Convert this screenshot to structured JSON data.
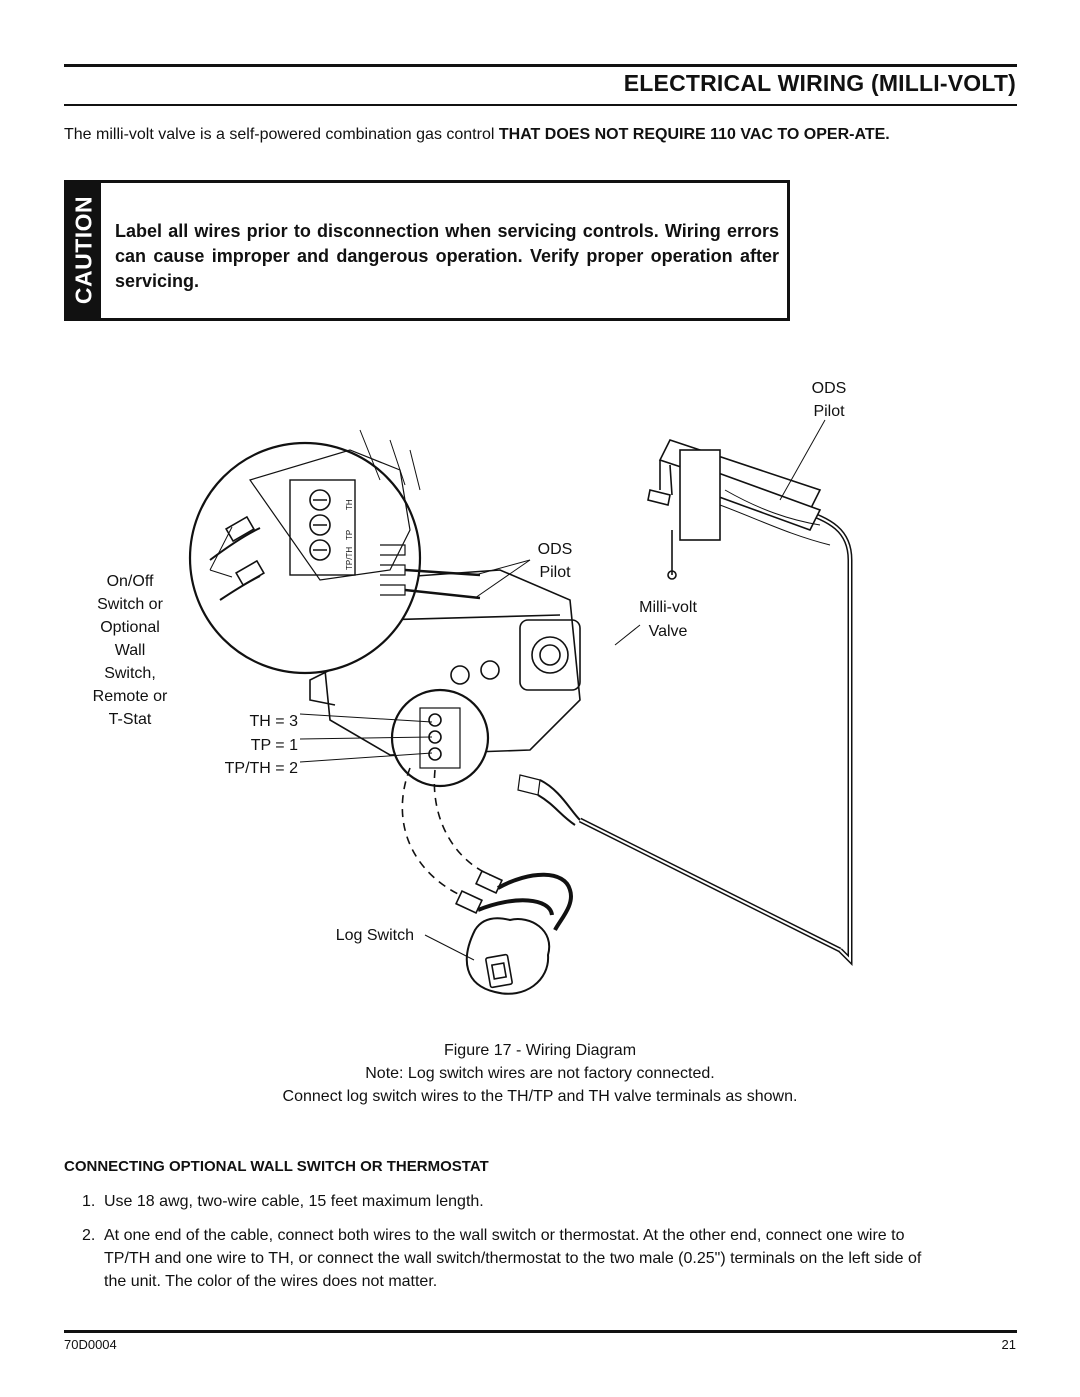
{
  "header": {
    "title": "ELECTRICAL WIRING (MILLI-VOLT)"
  },
  "intro": {
    "normal": "The milli-volt valve is a self-powered combination gas control ",
    "bold": "THAT DOES NOT REQUIRE 110 VAC TO OPER-ATE."
  },
  "caution": {
    "word": "CAUTION",
    "text": "Label all wires prior to disconnection when servicing controls. Wiring errors can cause improper and dangerous operation. Verify proper operation after servicing."
  },
  "diagram": {
    "ods_pilot_top": [
      "ODS",
      "Pilot"
    ],
    "ods_pilot_mid": [
      "ODS",
      "Pilot"
    ],
    "millivolt_valve": [
      "Milli-volt",
      "Valve"
    ],
    "switch_label": [
      "On/Off",
      "Switch or",
      "Optional",
      "Wall",
      "Switch,",
      "Remote or",
      "T-Stat"
    ],
    "terminals": [
      "TH = 3",
      "TP = 1",
      "TP/TH = 2"
    ],
    "terminal_marks": [
      "TP/TH",
      "TP",
      "TH"
    ],
    "log_switch": "Log Switch"
  },
  "figure": {
    "caption": "Figure 17 - Wiring Diagram",
    "note1": "Note: Log switch wires are not factory connected.",
    "note2": "Connect log switch wires to the TH/TP and TH valve terminals as shown."
  },
  "section": {
    "heading": "CONNECTING OPTIONAL WALL SWITCH OR THERMOSTAT",
    "steps": [
      {
        "num": "1.",
        "lines": [
          "Use 18 awg, two-wire cable, 15 feet maximum length."
        ]
      },
      {
        "num": "2.",
        "lines": [
          "At one end of the cable, connect both wires to the wall switch or thermostat. At the other end, connect one wire to",
          "TP/TH and one wire to TH, or connect the wall switch/thermostat to the two male (0.25\") terminals on the left side of",
          "the unit. The color of the wires does not matter."
        ]
      }
    ]
  },
  "footer": {
    "doc_number": "70D0004",
    "page_number": "21"
  }
}
